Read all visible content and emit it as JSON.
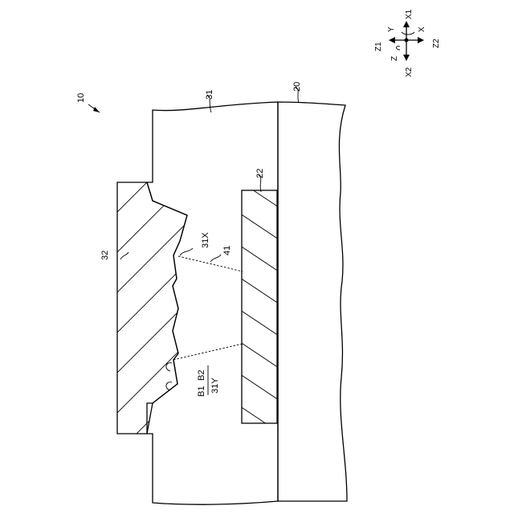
{
  "figure": {
    "ref_assembly": "10",
    "ref_substrate": "20",
    "ref_pad": "22",
    "ref_insulating_layer": "31",
    "ref_opening": "31X",
    "ref_recess": "31Y",
    "ref_wiring": "32",
    "ref_gap": "41",
    "ref_b1": "B1",
    "ref_b2": "B2"
  },
  "axes": {
    "x1": "X1",
    "x2": "X2",
    "x": "X",
    "y": "Y",
    "z": "Z",
    "z1": "Z1",
    "z2": "Z2"
  }
}
